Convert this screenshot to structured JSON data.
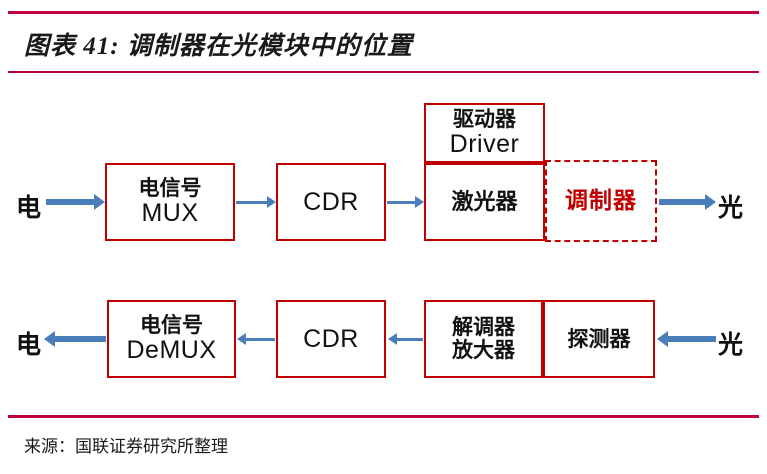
{
  "header": {
    "title": "图表 41: 调制器在光模块中的位置"
  },
  "footer": {
    "source": "来源：国联证券研究所整理"
  },
  "colors": {
    "rule": "#C2003C",
    "box_border": "#C00000",
    "arrow": "#4A7EBB",
    "accent_text": "#C00000",
    "text": "#111111"
  },
  "diagram": {
    "type": "block-flow",
    "rows": [
      {
        "id": "transmit-path",
        "input_label": "电",
        "output_label": "光",
        "blocks": [
          {
            "id": "mux",
            "lines": [
              "电信号",
              "MUX"
            ],
            "style": "solid",
            "highlight": false
          },
          {
            "id": "cdr-tx",
            "lines": [
              "CDR"
            ],
            "style": "solid",
            "highlight": false
          },
          {
            "id": "driver",
            "lines": [
              "驱动器",
              "Driver"
            ],
            "style": "solid",
            "highlight": false
          },
          {
            "id": "laser",
            "lines": [
              "激光器"
            ],
            "style": "solid",
            "highlight": false
          },
          {
            "id": "modulator",
            "lines": [
              "调制器"
            ],
            "style": "dashed",
            "highlight": true
          }
        ]
      },
      {
        "id": "receive-path",
        "input_label": "光",
        "output_label": "电",
        "blocks": [
          {
            "id": "demux",
            "lines": [
              "电信号",
              "DeMUX"
            ],
            "style": "solid",
            "highlight": false
          },
          {
            "id": "cdr-rx",
            "lines": [
              "CDR"
            ],
            "style": "solid",
            "highlight": false
          },
          {
            "id": "demod",
            "lines": [
              "解调器",
              "放大器"
            ],
            "style": "solid",
            "highlight": false
          },
          {
            "id": "detector",
            "lines": [
              "探测器"
            ],
            "style": "solid",
            "highlight": false
          }
        ]
      }
    ]
  },
  "labels": {
    "electrical_in": "电",
    "optical_out": "光",
    "optical_in": "光",
    "electrical_out": "电",
    "mux_cn": "电信号",
    "mux_lat": "MUX",
    "cdr_tx": "CDR",
    "driver_cn": "驱动器",
    "driver_lat": "Driver",
    "laser_cn": "激光器",
    "modulator_cn": "调制器",
    "demux_cn": "电信号",
    "demux_lat": "DeMUX",
    "cdr_rx": "CDR",
    "demod_cn1": "解调器",
    "demod_cn2": "放大器",
    "detector_cn": "探测器"
  }
}
